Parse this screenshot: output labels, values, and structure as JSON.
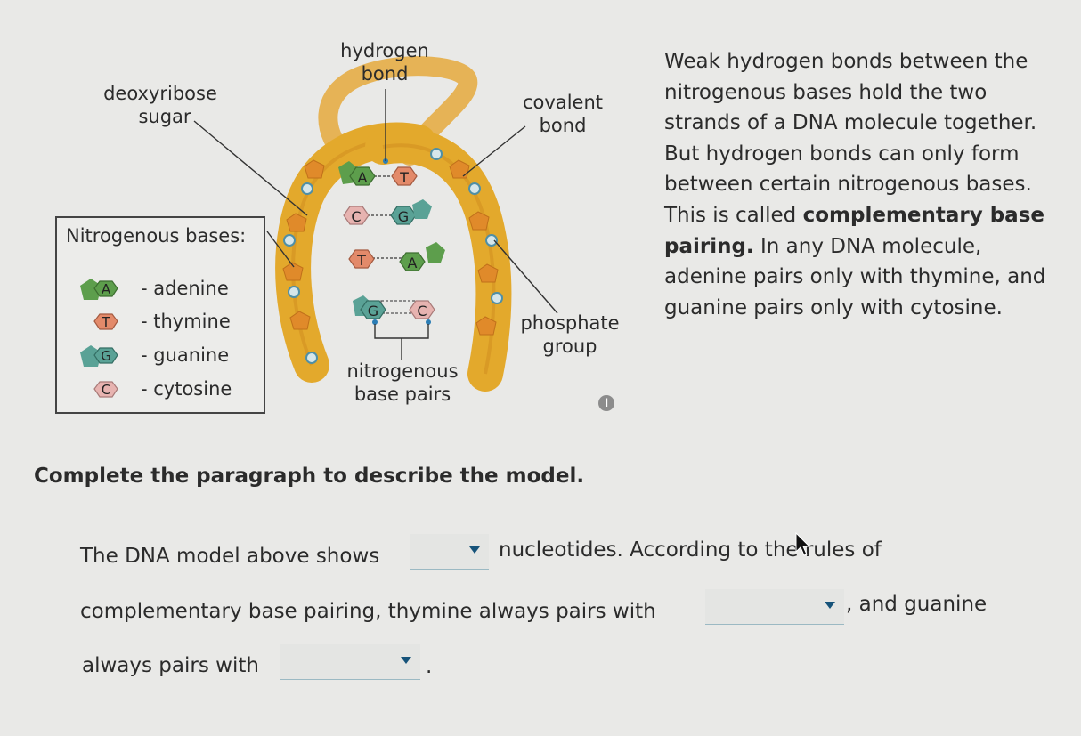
{
  "diagram": {
    "labels": {
      "hydrogen_bond": [
        "hydrogen",
        "bond"
      ],
      "deoxyribose_sugar": [
        "deoxyribose",
        "sugar"
      ],
      "covalent_bond": [
        "covalent",
        "bond"
      ],
      "phosphate_group": [
        "phosphate",
        "group"
      ],
      "nitrogenous_base_pairs": [
        "nitrogenous",
        "base pairs"
      ]
    },
    "base_pairs": [
      {
        "left": "A",
        "right": "T"
      },
      {
        "left": "C",
        "right": "G"
      },
      {
        "left": "T",
        "right": "A"
      },
      {
        "left": "G",
        "right": "C"
      }
    ],
    "colors": {
      "adenine": "#5d9e4c",
      "thymine": "#e38a6a",
      "guanine": "#5aa296",
      "cytosine": "#e7b3b0",
      "strand": "#e3a92c",
      "strand_dark": "#c77f1a",
      "phosphate": "#8fb7c4",
      "phosphate_dot": "#2b7db5",
      "sugar": "#e08a2a"
    }
  },
  "legend": {
    "title": "Nitrogenous bases:",
    "items": [
      {
        "letter": "A",
        "name": "- adenine"
      },
      {
        "letter": "T",
        "name": "- thymine"
      },
      {
        "letter": "G",
        "name": "- guanine"
      },
      {
        "letter": "C",
        "name": "- cytosine"
      }
    ]
  },
  "info_icon": "info-icon",
  "paragraph": {
    "p1": "Weak hydrogen bonds between the nitrogenous bases hold the two strands of a DNA molecule together. But hydrogen bonds can only form between certain nitrogenous bases. This is called",
    "p1_bold": "complementary base pairing.",
    "p2": "In any DNA molecule, adenine pairs only with thymine, and guanine pairs only with cytosine."
  },
  "question": {
    "prompt": "Complete the paragraph to describe the model.",
    "s1_before": "The DNA model above shows",
    "s1_after": "nucleotides. According to the rules of",
    "s2_before": "complementary base pairing, thymine always pairs with",
    "s2_after": ", and guanine",
    "s3_before": "always pairs with",
    "s3_after": ".",
    "dropdown1_value": "",
    "dropdown2_value": "",
    "dropdown3_value": ""
  }
}
